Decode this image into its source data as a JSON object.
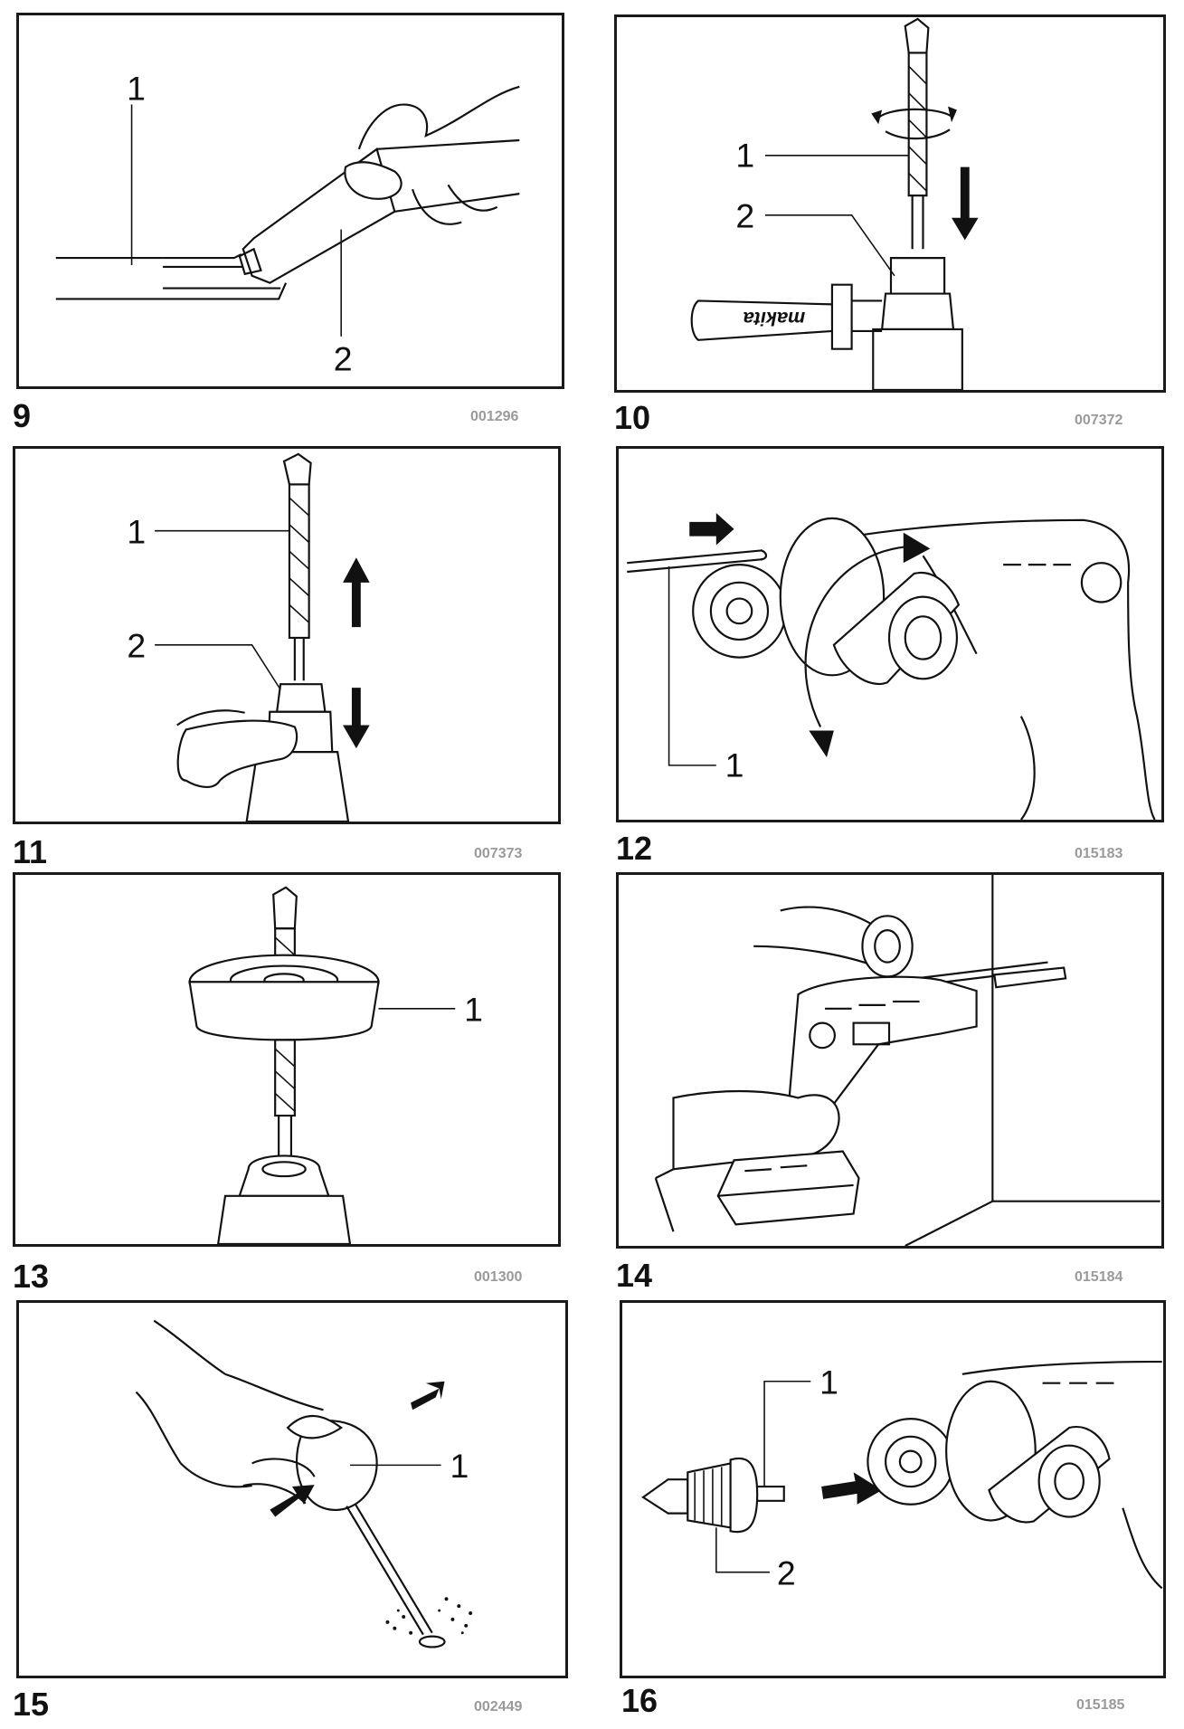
{
  "figures": [
    {
      "number": "9",
      "code": "001296",
      "callouts": [
        "1",
        "2"
      ]
    },
    {
      "number": "10",
      "code": "007372",
      "callouts": [
        "1",
        "2"
      ]
    },
    {
      "number": "11",
      "code": "007373",
      "callouts": [
        "1",
        "2"
      ]
    },
    {
      "number": "12",
      "code": "015183",
      "callouts": [
        "1"
      ]
    },
    {
      "number": "13",
      "code": "001300",
      "callouts": [
        "1"
      ]
    },
    {
      "number": "14",
      "code": "015184",
      "callouts": []
    },
    {
      "number": "15",
      "code": "002449",
      "callouts": [
        "1"
      ]
    },
    {
      "number": "16",
      "code": "015185",
      "callouts": [
        "1",
        "2"
      ]
    }
  ],
  "brand_text": "makita"
}
